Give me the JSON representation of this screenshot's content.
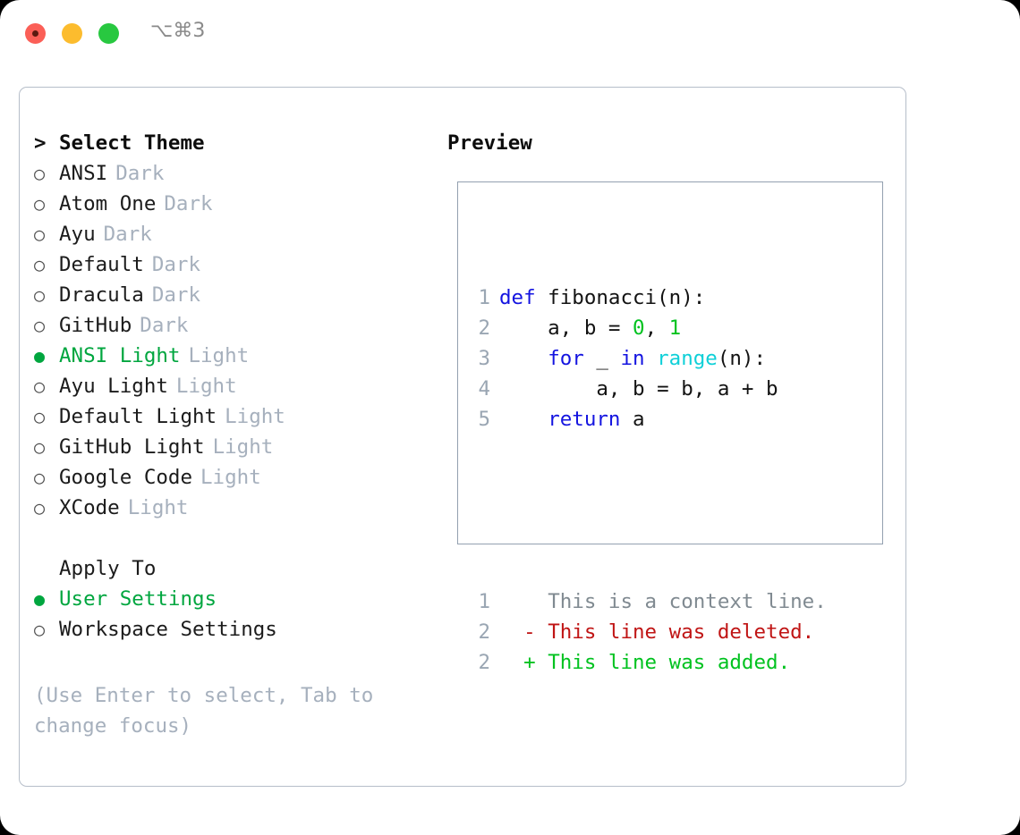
{
  "window": {
    "shortcut_label": "⌥⌘3",
    "traffic_lights": [
      "close-red",
      "minimize-yellow",
      "maximize-green"
    ]
  },
  "theme_picker": {
    "header": {
      "caret": ">",
      "title": "Select Theme"
    },
    "markers": {
      "selected": "●",
      "unselected": "○"
    },
    "items": [
      {
        "marker": "unselected",
        "name": "ANSI",
        "tag": "Dark",
        "selected": false
      },
      {
        "marker": "unselected",
        "name": "Atom One",
        "tag": "Dark",
        "selected": false
      },
      {
        "marker": "unselected",
        "name": "Ayu",
        "tag": "Dark",
        "selected": false
      },
      {
        "marker": "unselected",
        "name": "Default",
        "tag": "Dark",
        "selected": false
      },
      {
        "marker": "unselected",
        "name": "Dracula",
        "tag": "Dark",
        "selected": false
      },
      {
        "marker": "unselected",
        "name": "GitHub",
        "tag": "Dark",
        "selected": false
      },
      {
        "marker": "selected",
        "name": "ANSI Light",
        "tag": "Light",
        "selected": true
      },
      {
        "marker": "unselected",
        "name": "Ayu Light",
        "tag": "Light",
        "selected": false
      },
      {
        "marker": "unselected",
        "name": "Default Light",
        "tag": "Light",
        "selected": false
      },
      {
        "marker": "unselected",
        "name": "GitHub Light",
        "tag": "Light",
        "selected": false
      },
      {
        "marker": "unselected",
        "name": "Google Code",
        "tag": "Light",
        "selected": false
      },
      {
        "marker": "unselected",
        "name": "XCode",
        "tag": "Light",
        "selected": false
      }
    ]
  },
  "apply_to": {
    "header": "Apply To",
    "items": [
      {
        "marker": "selected",
        "name": "User Settings",
        "selected": true
      },
      {
        "marker": "unselected",
        "name": "Workspace Settings",
        "selected": false
      }
    ]
  },
  "hint": "(Use Enter to select, Tab to change focus)",
  "preview": {
    "title": "Preview",
    "code_lines": [
      {
        "num": "1",
        "tokens": [
          {
            "t": "def",
            "c": "kw"
          },
          {
            "t": " fibonacci(n):",
            "c": "txt"
          }
        ]
      },
      {
        "num": "2",
        "tokens": [
          {
            "t": "    a, b = ",
            "c": "txt"
          },
          {
            "t": "0",
            "c": "num"
          },
          {
            "t": ", ",
            "c": "txt"
          },
          {
            "t": "1",
            "c": "num"
          }
        ]
      },
      {
        "num": "3",
        "tokens": [
          {
            "t": "    ",
            "c": "txt"
          },
          {
            "t": "for",
            "c": "kw"
          },
          {
            "t": " _ ",
            "c": "txt"
          },
          {
            "t": "in",
            "c": "kw"
          },
          {
            "t": " ",
            "c": "txt"
          },
          {
            "t": "range",
            "c": "fn"
          },
          {
            "t": "(n):",
            "c": "txt"
          }
        ]
      },
      {
        "num": "4",
        "tokens": [
          {
            "t": "        a, b = b, a + b",
            "c": "txt"
          }
        ]
      },
      {
        "num": "5",
        "tokens": [
          {
            "t": "    ",
            "c": "txt"
          },
          {
            "t": "return",
            "c": "kw"
          },
          {
            "t": " a",
            "c": "txt"
          }
        ]
      }
    ],
    "diff_lines": [
      {
        "num": "1",
        "marker": " ",
        "text": "This is a context line.",
        "kind": "ctx"
      },
      {
        "num": "2",
        "marker": "-",
        "text": "This line was deleted.",
        "kind": "del"
      },
      {
        "num": "2",
        "marker": "+",
        "text": "This line was added.",
        "kind": "add"
      }
    ]
  },
  "colors": {
    "accent_green": "#00a63f",
    "muted": "#a6b0bd",
    "keyword_blue": "#1414e0",
    "function_cyan": "#0fd0d8",
    "number_green": "#00c21f",
    "diff_del_red": "#c01515",
    "diff_add_green": "#00c21f",
    "line_number": "#9aa6b3",
    "border": "#b6bec9"
  }
}
